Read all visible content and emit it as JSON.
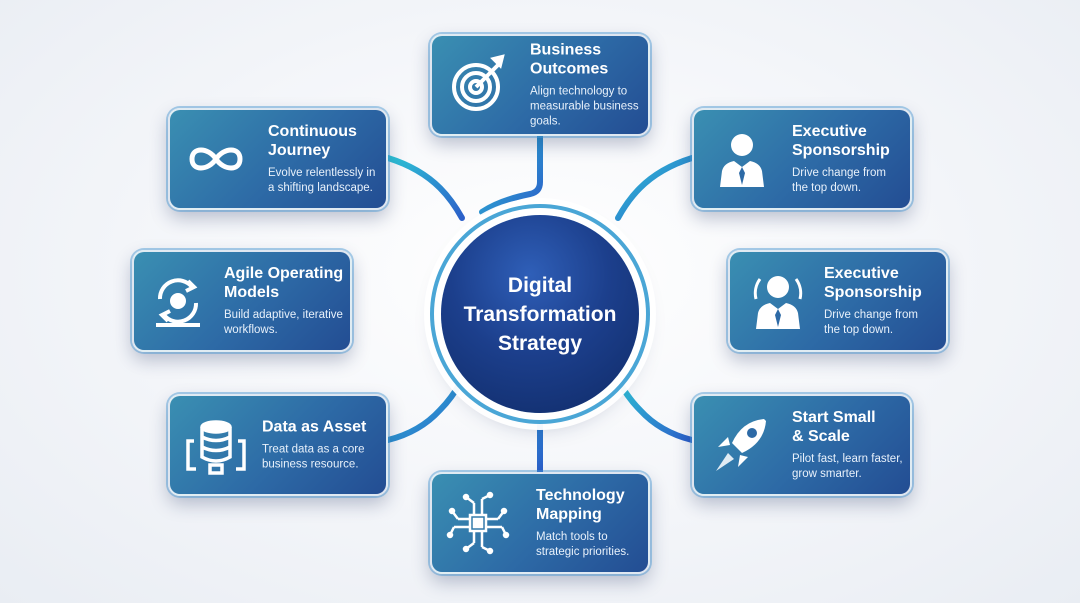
{
  "hub": {
    "title": "Digital Transformation Strategy"
  },
  "nodes": {
    "business_outcomes": {
      "title": "Business\nOutcomes",
      "desc": "Align technology to\nmeasurable business\ngoals.",
      "icon": "target-icon"
    },
    "executive_sponsorship_top": {
      "title": "Executive\nSponsorship",
      "desc": "Drive change from\nthe top down.",
      "icon": "executive-icon"
    },
    "executive_sponsorship_mid": {
      "title": "Executive\nSponsorship",
      "desc": "Drive change from\nthe top down.",
      "icon": "executive-icon"
    },
    "start_small": {
      "title": "Start Small\n& Scale",
      "desc": "Pilot fast, learn faster,\ngrow smarter.",
      "icon": "rocket-icon"
    },
    "technology_mapping": {
      "title": "Technology\nMapping",
      "desc": "Match tools to\nstrategic priorities.",
      "icon": "circuit-chip-icon"
    },
    "data_asset": {
      "title": "Data as Asset",
      "desc": "Treat data as a core\nbusiness resource.",
      "icon": "database-icon"
    },
    "agile": {
      "title": "Agile Operating\nModels",
      "desc": "Build adaptive, iterative\nworkflows.",
      "icon": "cycle-icon"
    },
    "continuous": {
      "title": "Continuous\nJourney",
      "desc": "Evolve relentlessly in\na shifting landscape.",
      "icon": "infinity-icon"
    }
  },
  "colors": {
    "accent_teal": "#2ec4d6",
    "accent_blue": "#2b5fc9",
    "hub_navy": "#1c3f8c",
    "card_teal": "#3a8fb2",
    "card_blue": "#234d93"
  }
}
